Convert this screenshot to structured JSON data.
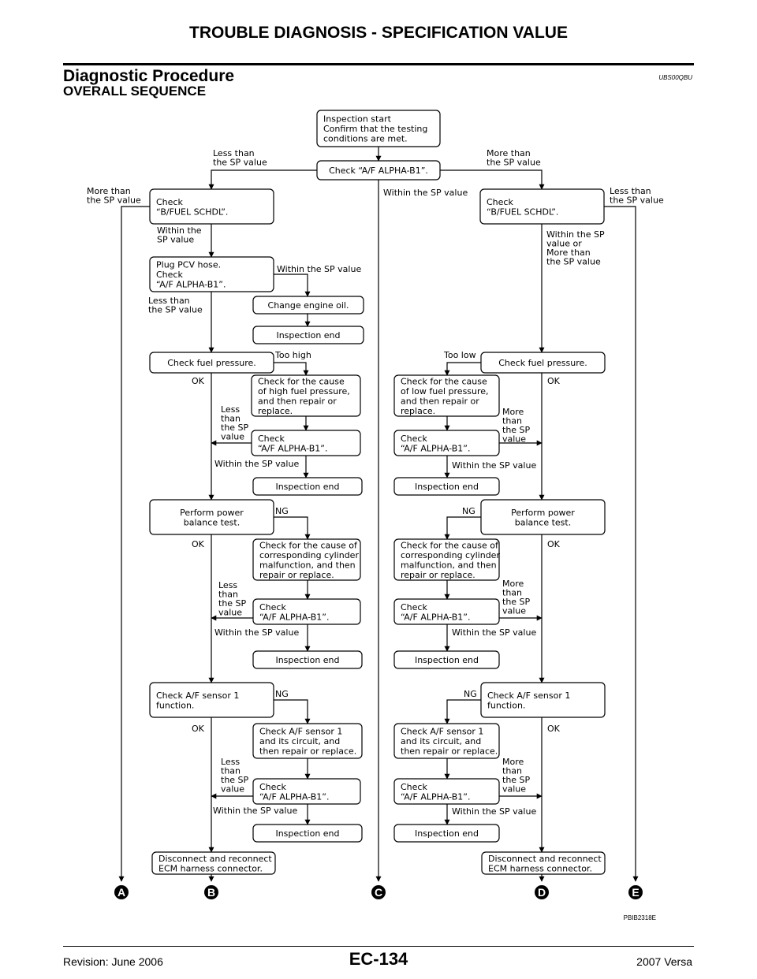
{
  "header": {
    "title": "TROUBLE DIAGNOSIS - SPECIFICATION VALUE"
  },
  "section": {
    "title": "Diagnostic Procedure",
    "code": "UBS00QBU",
    "subtitle": "OVERALL SEQUENCE"
  },
  "flow": {
    "boxes": [
      {
        "id": "start",
        "lines": [
          "Inspection start",
          "Confirm that the testing",
          "conditions are met."
        ]
      },
      {
        "id": "check-af-alpha-top",
        "lines": [
          "Check “A/F ALPHA-B1”."
        ]
      },
      {
        "id": "l-fuel-schdl",
        "lines": [
          "Check",
          "“B/FUEL SCHDL”."
        ]
      },
      {
        "id": "r-fuel-schdl",
        "lines": [
          "Check",
          "“B/FUEL SCHDL”."
        ]
      },
      {
        "id": "plug-pcv",
        "lines": [
          "Plug PCV hose.",
          "Check",
          "“A/F ALPHA-B1”."
        ]
      },
      {
        "id": "change-oil",
        "lines": [
          "Change engine oil."
        ]
      },
      {
        "id": "end-oil",
        "lines": [
          "Inspection end"
        ]
      },
      {
        "id": "l-fuel-pressure",
        "lines": [
          "Check fuel pressure."
        ]
      },
      {
        "id": "r-fuel-pressure",
        "lines": [
          "Check fuel pressure."
        ]
      },
      {
        "id": "high-fuel-cause",
        "lines": [
          "Check for the cause",
          "of high fuel pressure,",
          "and then repair or",
          "replace."
        ]
      },
      {
        "id": "low-fuel-cause",
        "lines": [
          "Check for the cause",
          "of low fuel pressure,",
          "and then repair or",
          "replace."
        ]
      },
      {
        "id": "l-alpha-1",
        "lines": [
          "Check",
          "“A/F ALPHA-B1”."
        ]
      },
      {
        "id": "r-alpha-1",
        "lines": [
          "Check",
          "“A/F ALPHA-B1”."
        ]
      },
      {
        "id": "l-end-1",
        "lines": [
          "Inspection end"
        ]
      },
      {
        "id": "r-end-1",
        "lines": [
          "Inspection end"
        ]
      },
      {
        "id": "l-power-balance",
        "lines": [
          "Perform power",
          "balance test."
        ]
      },
      {
        "id": "r-power-balance",
        "lines": [
          "Perform power",
          "balance test."
        ]
      },
      {
        "id": "l-cyl-cause",
        "lines": [
          "Check for the cause of",
          "corresponding cylinder",
          "malfunction, and then",
          "repair or replace."
        ]
      },
      {
        "id": "r-cyl-cause",
        "lines": [
          "Check for the cause of",
          "corresponding cylinder",
          "malfunction, and then",
          "repair or replace."
        ]
      },
      {
        "id": "l-alpha-2",
        "lines": [
          "Check",
          "“A/F ALPHA-B1”."
        ]
      },
      {
        "id": "r-alpha-2",
        "lines": [
          "Check",
          "“A/F ALPHA-B1”."
        ]
      },
      {
        "id": "l-end-2",
        "lines": [
          "Inspection end"
        ]
      },
      {
        "id": "r-end-2",
        "lines": [
          "Inspection end"
        ]
      },
      {
        "id": "l-af-sensor",
        "lines": [
          "Check A/F sensor 1",
          "function."
        ]
      },
      {
        "id": "r-af-sensor",
        "lines": [
          "Check A/F sensor 1",
          "function."
        ]
      },
      {
        "id": "l-af-circuit",
        "lines": [
          "Check A/F sensor 1",
          "and its circuit, and",
          "then repair or replace."
        ]
      },
      {
        "id": "r-af-circuit",
        "lines": [
          "Check A/F sensor 1",
          "and its circuit, and",
          "then repair or replace."
        ]
      },
      {
        "id": "l-alpha-3",
        "lines": [
          "Check",
          "“A/F ALPHA-B1”."
        ]
      },
      {
        "id": "r-alpha-3",
        "lines": [
          "Check",
          "“A/F ALPHA-B1”."
        ]
      },
      {
        "id": "l-end-3",
        "lines": [
          "Inspection end"
        ]
      },
      {
        "id": "r-end-3",
        "lines": [
          "Inspection end"
        ]
      },
      {
        "id": "l-disconnect",
        "lines": [
          "Disconnect and reconnect",
          "ECM harness connector."
        ]
      },
      {
        "id": "r-disconnect",
        "lines": [
          "Disconnect and reconnect",
          "ECM harness connector."
        ]
      }
    ],
    "labels": [
      {
        "id": "top-less",
        "lines": [
          "Less than",
          "the SP value"
        ]
      },
      {
        "id": "top-more",
        "lines": [
          "More than",
          "the SP value"
        ]
      },
      {
        "id": "top-within",
        "lines": [
          "Within the SP value"
        ]
      },
      {
        "id": "l-more",
        "lines": [
          "More than",
          "the SP value"
        ]
      },
      {
        "id": "r-less",
        "lines": [
          "Less than",
          "the SP value"
        ]
      },
      {
        "id": "l-within-1",
        "lines": [
          "Within the",
          "SP value"
        ]
      },
      {
        "id": "r-within-more",
        "lines": [
          "Within the SP",
          "value or",
          "More than",
          "the SP value"
        ]
      },
      {
        "id": "pcv-within",
        "lines": [
          "Within the SP value"
        ]
      },
      {
        "id": "pcv-less",
        "lines": [
          "Less than",
          "the SP value"
        ]
      },
      {
        "id": "too-high",
        "lines": [
          "Too high"
        ]
      },
      {
        "id": "too-low",
        "lines": [
          "Too low"
        ]
      },
      {
        "id": "l-ok-1",
        "lines": [
          "OK"
        ]
      },
      {
        "id": "r-ok-1",
        "lines": [
          "OK"
        ]
      },
      {
        "id": "l-less-1",
        "lines": [
          "Less",
          "than",
          "the SP",
          "value"
        ]
      },
      {
        "id": "r-more-1",
        "lines": [
          "More",
          "than",
          "the SP",
          "value"
        ]
      },
      {
        "id": "l-within-2",
        "lines": [
          "Within the SP value"
        ]
      },
      {
        "id": "r-within-2",
        "lines": [
          "Within the SP value"
        ]
      },
      {
        "id": "l-ng-2",
        "lines": [
          "NG"
        ]
      },
      {
        "id": "r-ng-2",
        "lines": [
          "NG"
        ]
      },
      {
        "id": "l-ok-2",
        "lines": [
          "OK"
        ]
      },
      {
        "id": "r-ok-2",
        "lines": [
          "OK"
        ]
      },
      {
        "id": "l-less-2",
        "lines": [
          "Less",
          "than",
          "the SP",
          "value"
        ]
      },
      {
        "id": "r-more-2",
        "lines": [
          "More",
          "than",
          "the SP",
          "value"
        ]
      },
      {
        "id": "l-within-3",
        "lines": [
          "Within the SP value"
        ]
      },
      {
        "id": "r-within-3",
        "lines": [
          "Within the SP value"
        ]
      },
      {
        "id": "l-ng-3",
        "lines": [
          "NG"
        ]
      },
      {
        "id": "r-ng-3",
        "lines": [
          "NG"
        ]
      },
      {
        "id": "l-ok-3",
        "lines": [
          "OK"
        ]
      },
      {
        "id": "r-ok-3",
        "lines": [
          "OK"
        ]
      },
      {
        "id": "l-less-3",
        "lines": [
          "Less",
          "than",
          "the SP",
          "value"
        ]
      },
      {
        "id": "r-more-3",
        "lines": [
          "More",
          "than",
          "the SP",
          "value"
        ]
      },
      {
        "id": "l-within-4",
        "lines": [
          "Within the SP value"
        ]
      },
      {
        "id": "r-within-4",
        "lines": [
          "Within the SP value"
        ]
      }
    ],
    "connectors": [
      "A",
      "B",
      "C",
      "D",
      "E"
    ]
  },
  "figure_id": "PBIB2318E",
  "footer": {
    "revision": "Revision: June 2006",
    "page": "EC-134",
    "model": "2007 Versa"
  }
}
